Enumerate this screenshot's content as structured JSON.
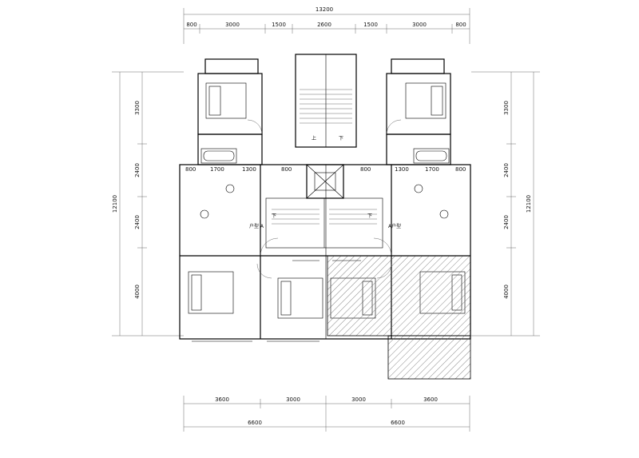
{
  "dimensions": {
    "top_overall": "13200",
    "top_segments": [
      "800",
      "3000",
      "1500",
      "2600",
      "1500",
      "3000",
      "800"
    ],
    "bottom_segments": [
      "3600",
      "3000",
      "3000",
      "3600"
    ],
    "bottom_totals": [
      "6600",
      "6600"
    ],
    "left_overall": "12100",
    "left_segments": [
      "3300",
      "2400",
      "2400",
      "4000"
    ],
    "right_overall": "12100",
    "right_segments": [
      "3300",
      "2400",
      "2400",
      "4000"
    ],
    "interior_left": [
      "800",
      "1700",
      "1300",
      "800"
    ],
    "interior_right": [
      "800",
      "1300",
      "1700",
      "800"
    ]
  },
  "labels": {
    "stair_up": "上",
    "stair_down": "下",
    "stair_down2": "下",
    "stair_down3": "下",
    "unit_a_left": "户型 A",
    "unit_a_right": "A户型"
  },
  "colors": {
    "line": "#000000",
    "hatch": "#555555",
    "background": "#ffffff"
  }
}
